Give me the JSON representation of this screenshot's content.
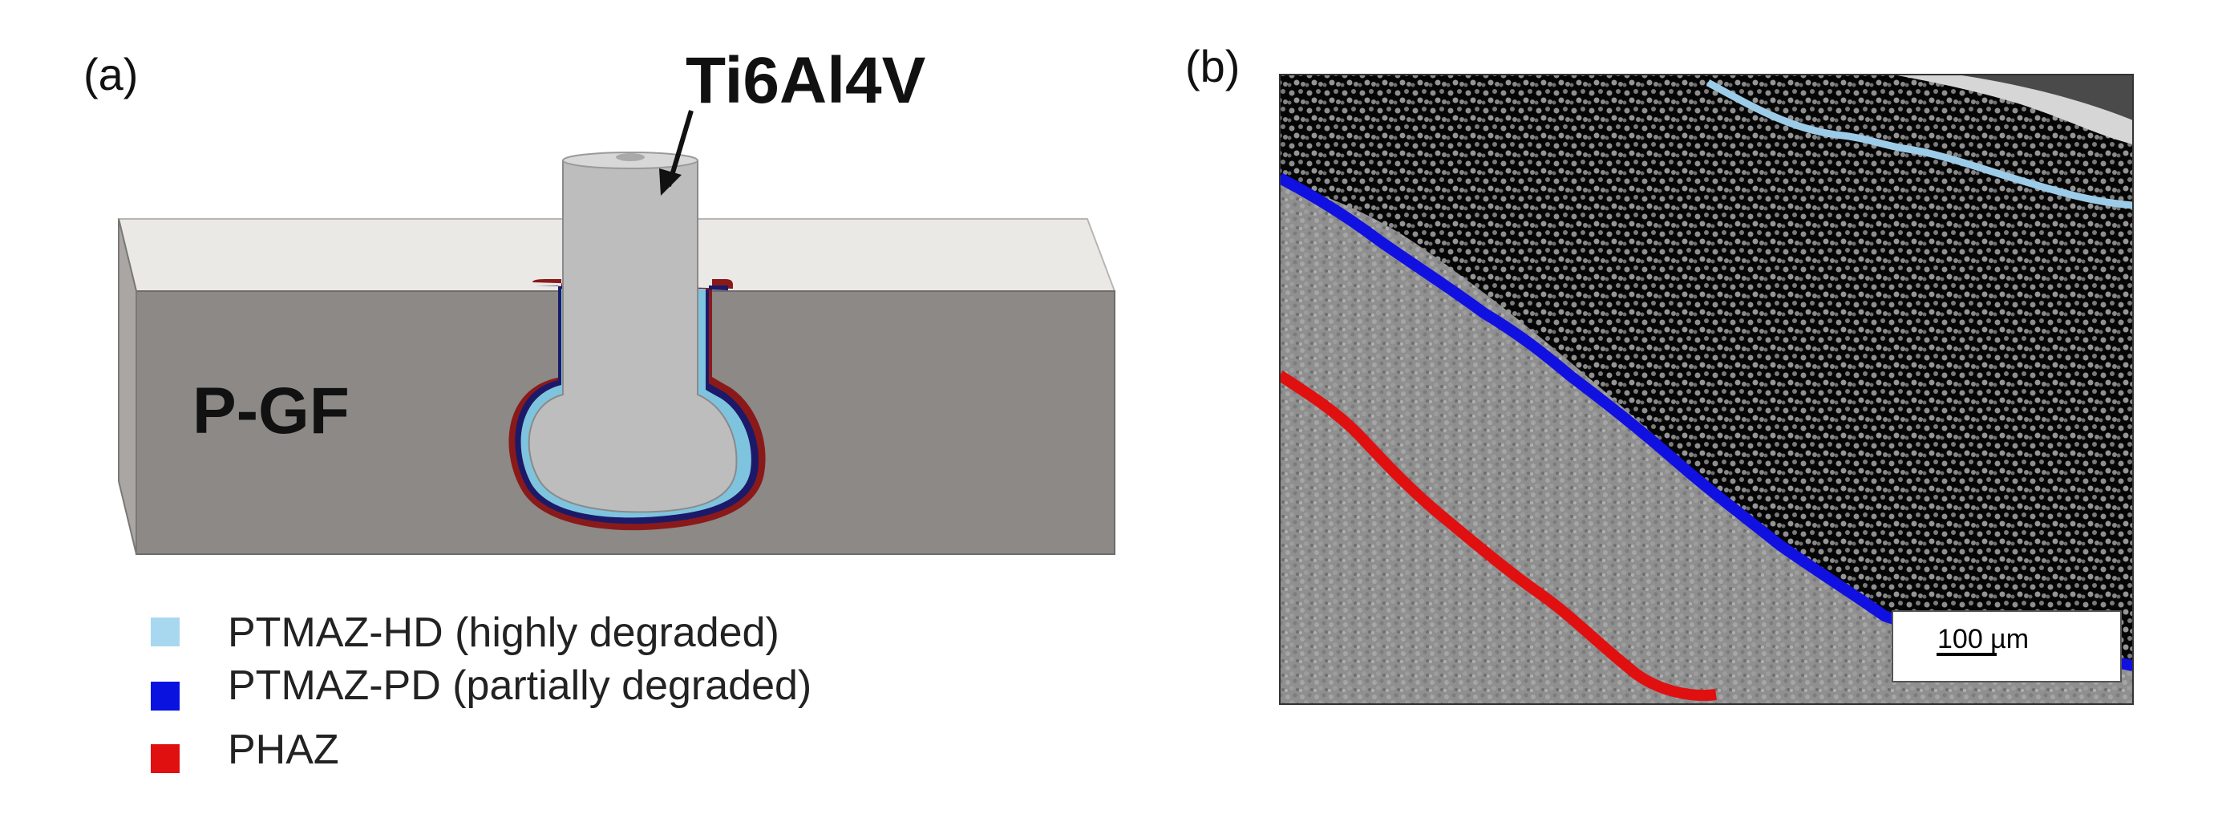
{
  "panel_a": {
    "label": "(a)",
    "pin_label": "Ti6Al4V",
    "body_label": "P-GF",
    "legend": [
      {
        "text": "PTMAZ-HD (highly degraded)",
        "color": "#a8d8f0"
      },
      {
        "text": "PTMAZ-PD (partially degraded)",
        "color": "#0a12e0"
      },
      {
        "text": "PHAZ",
        "color": "#e01010"
      }
    ]
  },
  "panel_b": {
    "label": "(b)",
    "scale_bar_text": "100 µm",
    "boundary_colors": {
      "hd": "#9ccbe8",
      "pd": "#1010e0",
      "phaz": "#e01010"
    }
  },
  "colors": {
    "block_front": "#8c8986",
    "block_top": "#ebe9e6",
    "pin": "#bdbdbd",
    "micro_dark": "#050505",
    "micro_light": "#8a8a8a"
  }
}
